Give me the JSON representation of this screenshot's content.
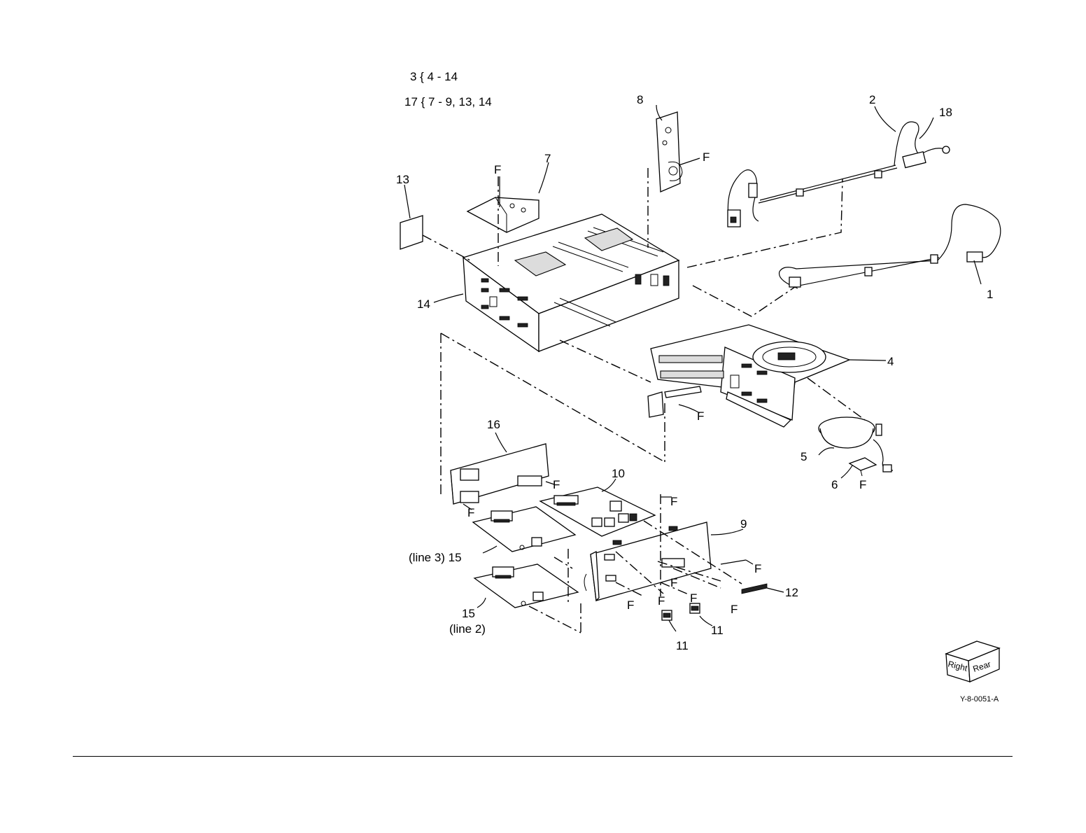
{
  "notes": {
    "line1": "3 { 4 - 14",
    "line2": "17 { 7 - 9, 13, 14"
  },
  "callouts": {
    "c1": "1",
    "c2": "2",
    "c4": "4",
    "c5": "5",
    "c6": "6",
    "c7": "7",
    "c8": "8",
    "c9": "9",
    "c10": "10",
    "c11a": "11",
    "c11b": "11",
    "c12": "12",
    "c13": "13",
    "c14": "14",
    "c15a": "(line 3) 15",
    "c15b": "15",
    "c15b_sub": "(line 2)",
    "c16": "16",
    "c18": "18"
  },
  "fastener_label": "F",
  "orientation_cube": {
    "left_face": "Right",
    "right_face": "Rear"
  },
  "figure_ref": "Y-8-0051-A",
  "icons": [
    "orientation-cube-icon"
  ]
}
